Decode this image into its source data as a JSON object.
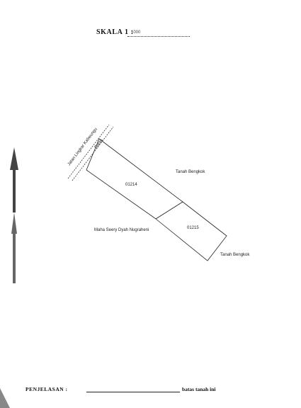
{
  "header": {
    "scale_label": "SKALA 1 :",
    "scale_value": "1000"
  },
  "map": {
    "road_label": "Jalan Lingkar Kaliwungu",
    "road_side_label": "Batas",
    "parcel_a_id": "01214",
    "parcel_b_id": "01215",
    "neighbor_north_top": "Tanah Bengkok",
    "neighbor_north_bottom": "Tanah Bengkok",
    "owner_label": "Maha Seery Dyah Nugraheni"
  },
  "footer": {
    "legend_label": "PENJELASAN :",
    "legend_text": "batas tanah ini"
  },
  "colors": {
    "line": "#222222",
    "paper": "#ffffff"
  }
}
